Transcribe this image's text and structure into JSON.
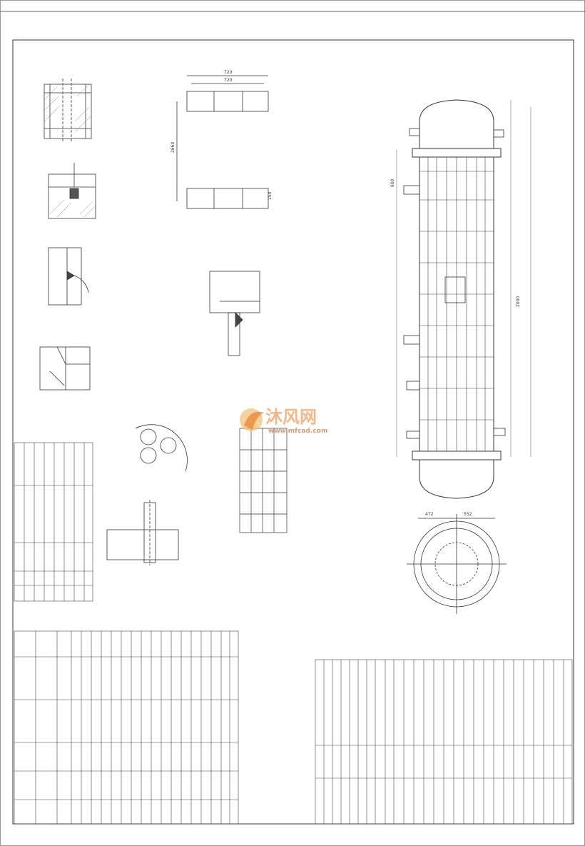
{
  "watermark": {
    "brand_text": "沐风网",
    "url_text": "www.mfcad.com",
    "brand_color": "#f0a060",
    "url_color": "#e07a3a"
  },
  "colors": {
    "line": "#333333",
    "hatch": "#777777",
    "background": "#ffffff"
  },
  "dimensions": {
    "top_overall": "720",
    "top_inner": "720",
    "left_height": "2660",
    "right_bottom": "150",
    "bottom_view_left": "472",
    "bottom_view_right": "552",
    "side_total": "600",
    "side_tube_len": "2000"
  }
}
